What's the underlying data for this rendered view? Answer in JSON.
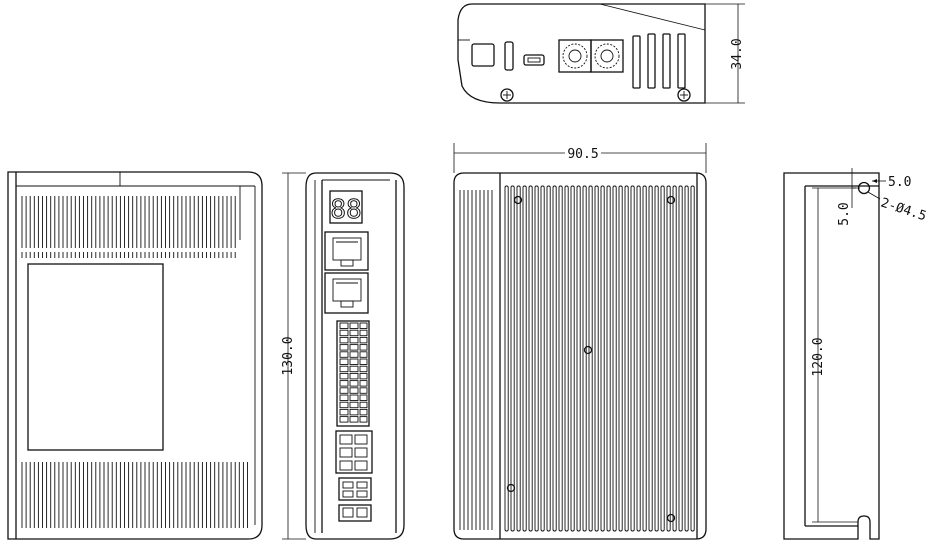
{
  "dimensions": {
    "height_side": "34.0",
    "width_heatsink": "90.5",
    "height_front": "130.0",
    "mount_spacing": "120.0",
    "hole_offset_x": "5.0",
    "hole_offset_y": "5.0",
    "hole_callout": "2-Ø4.5"
  },
  "colors": {
    "line": "#111111",
    "background": "#ffffff"
  }
}
